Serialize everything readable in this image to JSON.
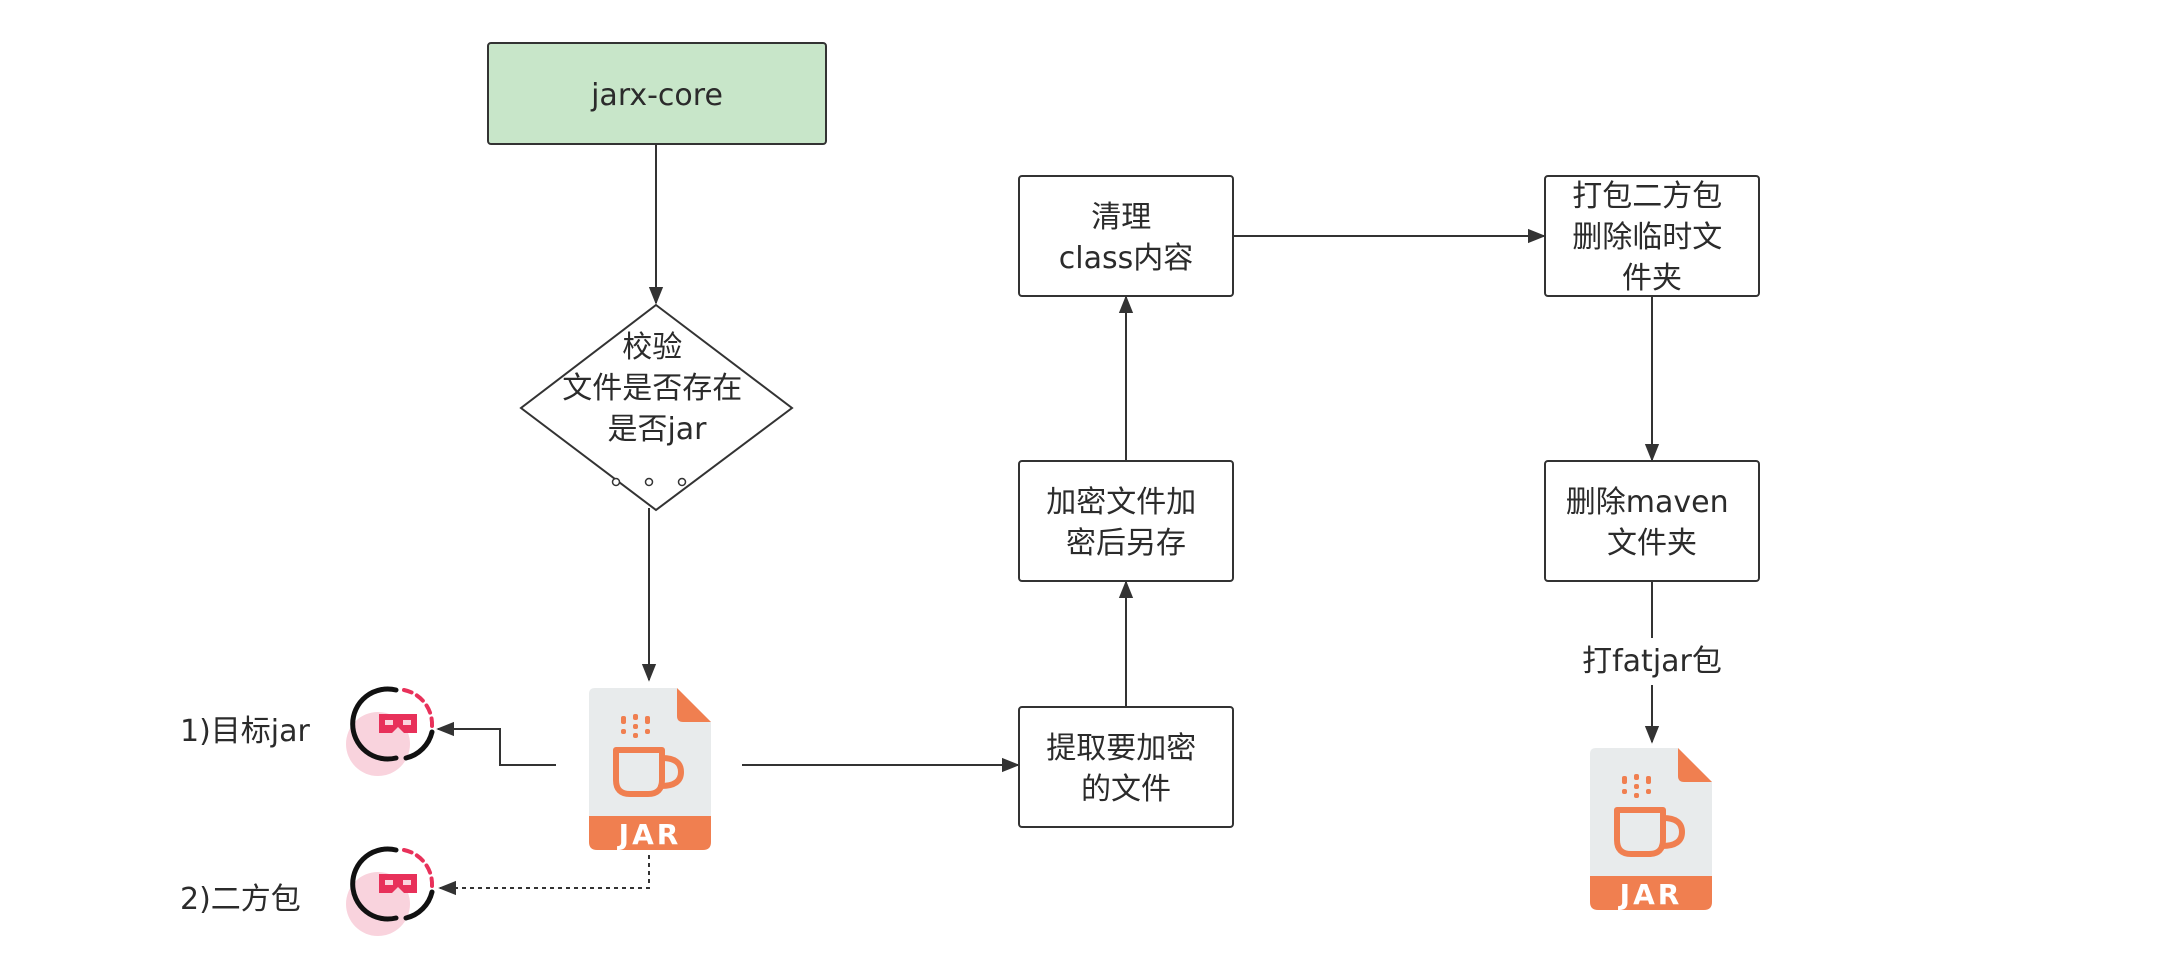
{
  "colors": {
    "core_fill": "#c8e6c9",
    "stroke": "#333333",
    "jar_orange": "#f07f50",
    "jar_gray": "#e8ebec",
    "mask_red": "#e8315a",
    "mask_pink": "#f9d3dd"
  },
  "nodes": {
    "core": {
      "lines": [
        "jarx-core"
      ]
    },
    "verify": {
      "lines": [
        "校验",
        "文件是否存在",
        "是否jar"
      ]
    },
    "extract": {
      "lines": [
        "提取要加密",
        "的文件"
      ]
    },
    "encrypt": {
      "lines": [
        "加密文件加",
        "密后另存"
      ]
    },
    "clean": {
      "lines": [
        "清理",
        "class内容"
      ]
    },
    "pack": {
      "lines": [
        "打包二方包",
        "删除临时文",
        "件夹"
      ]
    },
    "delete_maven": {
      "lines": [
        "删除maven",
        "文件夹"
      ]
    }
  },
  "edge_labels": {
    "fatjar": "打fatjar包"
  },
  "outputs": {
    "target": "1)目标jar",
    "second": "2)二方包"
  },
  "icons": {
    "jar_main": {
      "name": "jar-file-icon",
      "label": "JAR"
    },
    "jar_final": {
      "name": "jar-file-icon",
      "label": "JAR"
    },
    "mask_target": {
      "name": "mask-icon"
    },
    "mask_second": {
      "name": "mask-icon"
    }
  }
}
